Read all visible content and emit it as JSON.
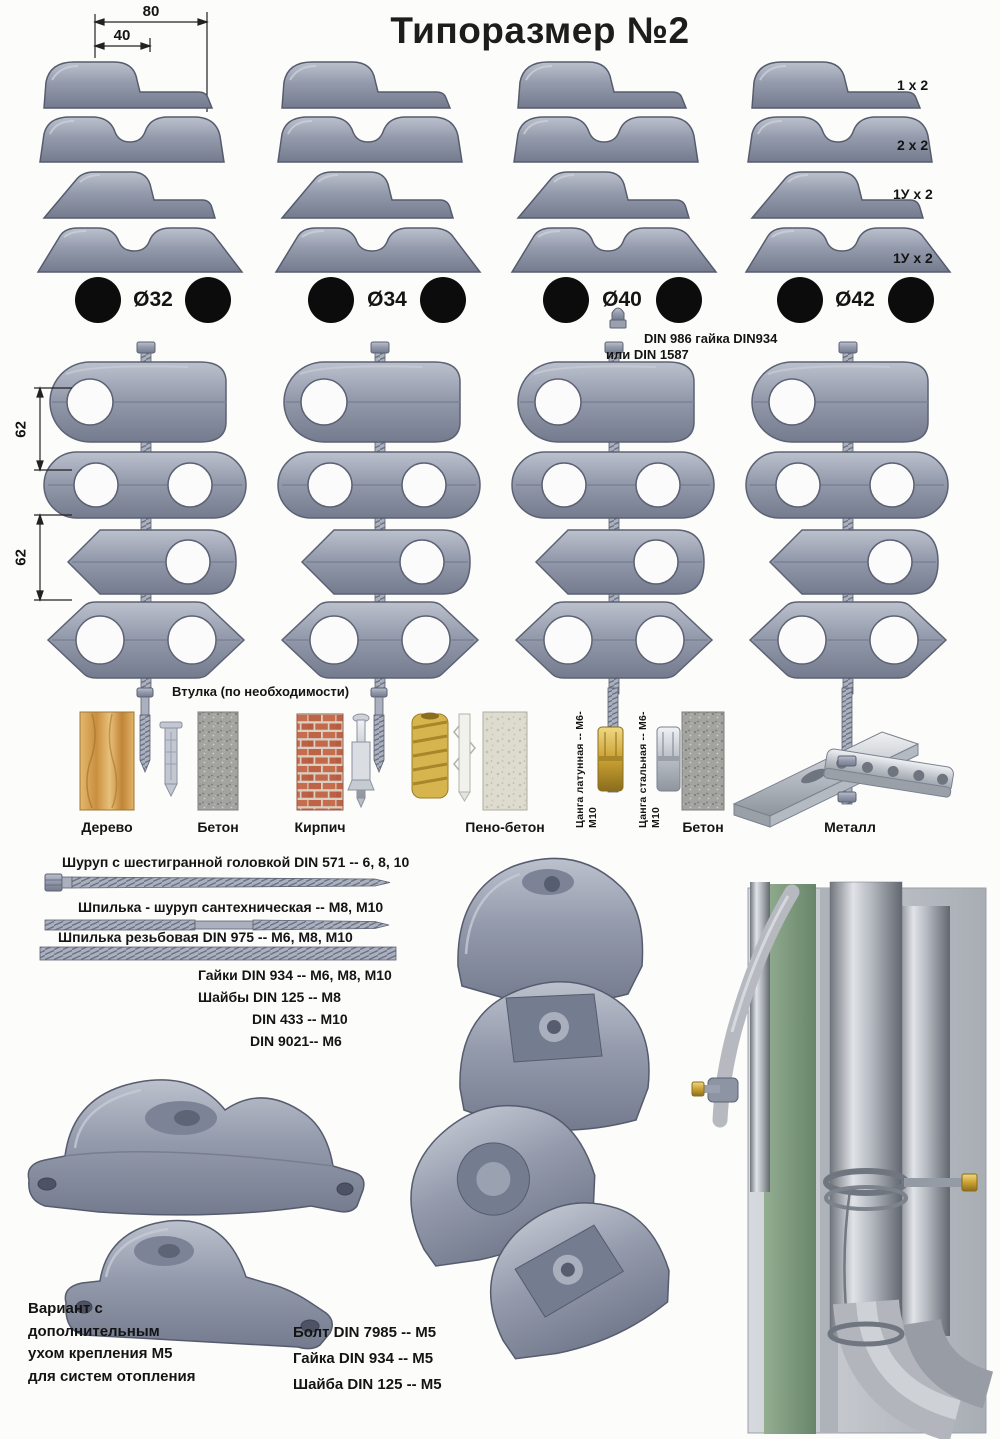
{
  "title": "Типоразмер №2",
  "dims": {
    "w80": "80",
    "w40": "40",
    "h62a": "62",
    "h62b": "62"
  },
  "variants": [
    {
      "label": "1 х 2"
    },
    {
      "label": "2 х 2"
    },
    {
      "label": "1У х 2"
    },
    {
      "label": "1У х 2"
    }
  ],
  "diameters": [
    {
      "label": "Ø32"
    },
    {
      "label": "Ø34"
    },
    {
      "label": "Ø40"
    },
    {
      "label": "Ø42"
    }
  ],
  "din_note": {
    "line1": "DIN 986 гайка DIN934",
    "line2": "или DIN 1587"
  },
  "vtulka": "Втулка (по необходимости)",
  "materials": {
    "wood": "Дерево",
    "concrete1": "Бетон",
    "brick": "Кирпич",
    "foam": "Пено-бетон",
    "concrete2": "Бетон",
    "metal": "Металл"
  },
  "collets": {
    "brass": "Цанга латунная -- М6-М10",
    "steel": "Цанга стальная -- М6-М10"
  },
  "fasteners": {
    "hex_screw": "Шуруп с шестигранной головкой DIN 571 -- 6, 8, 10",
    "hanger_bolt": "Шпилька - шуруп сантехническая -- М8, М10",
    "threaded_rod": "Шпилька резьбовая DIN 975 -- М6, М8, М10",
    "nuts": "Гайки DIN 934 -- М6, М8, М10",
    "washers1": "Шайбы DIN 125 -- М8",
    "washers2": "DIN 433 -- М10",
    "washers3": "DIN 9021-- М6"
  },
  "variant_note": "Вариант с\nдополнительным\nухом крепления М5\nдля систем отопления",
  "heating": {
    "bolt": "Болт DIN 7985 -- М5",
    "nut": "Гайка DIN 934 -- М5",
    "washer": "Шайба DIN 125 -- М5"
  }
}
